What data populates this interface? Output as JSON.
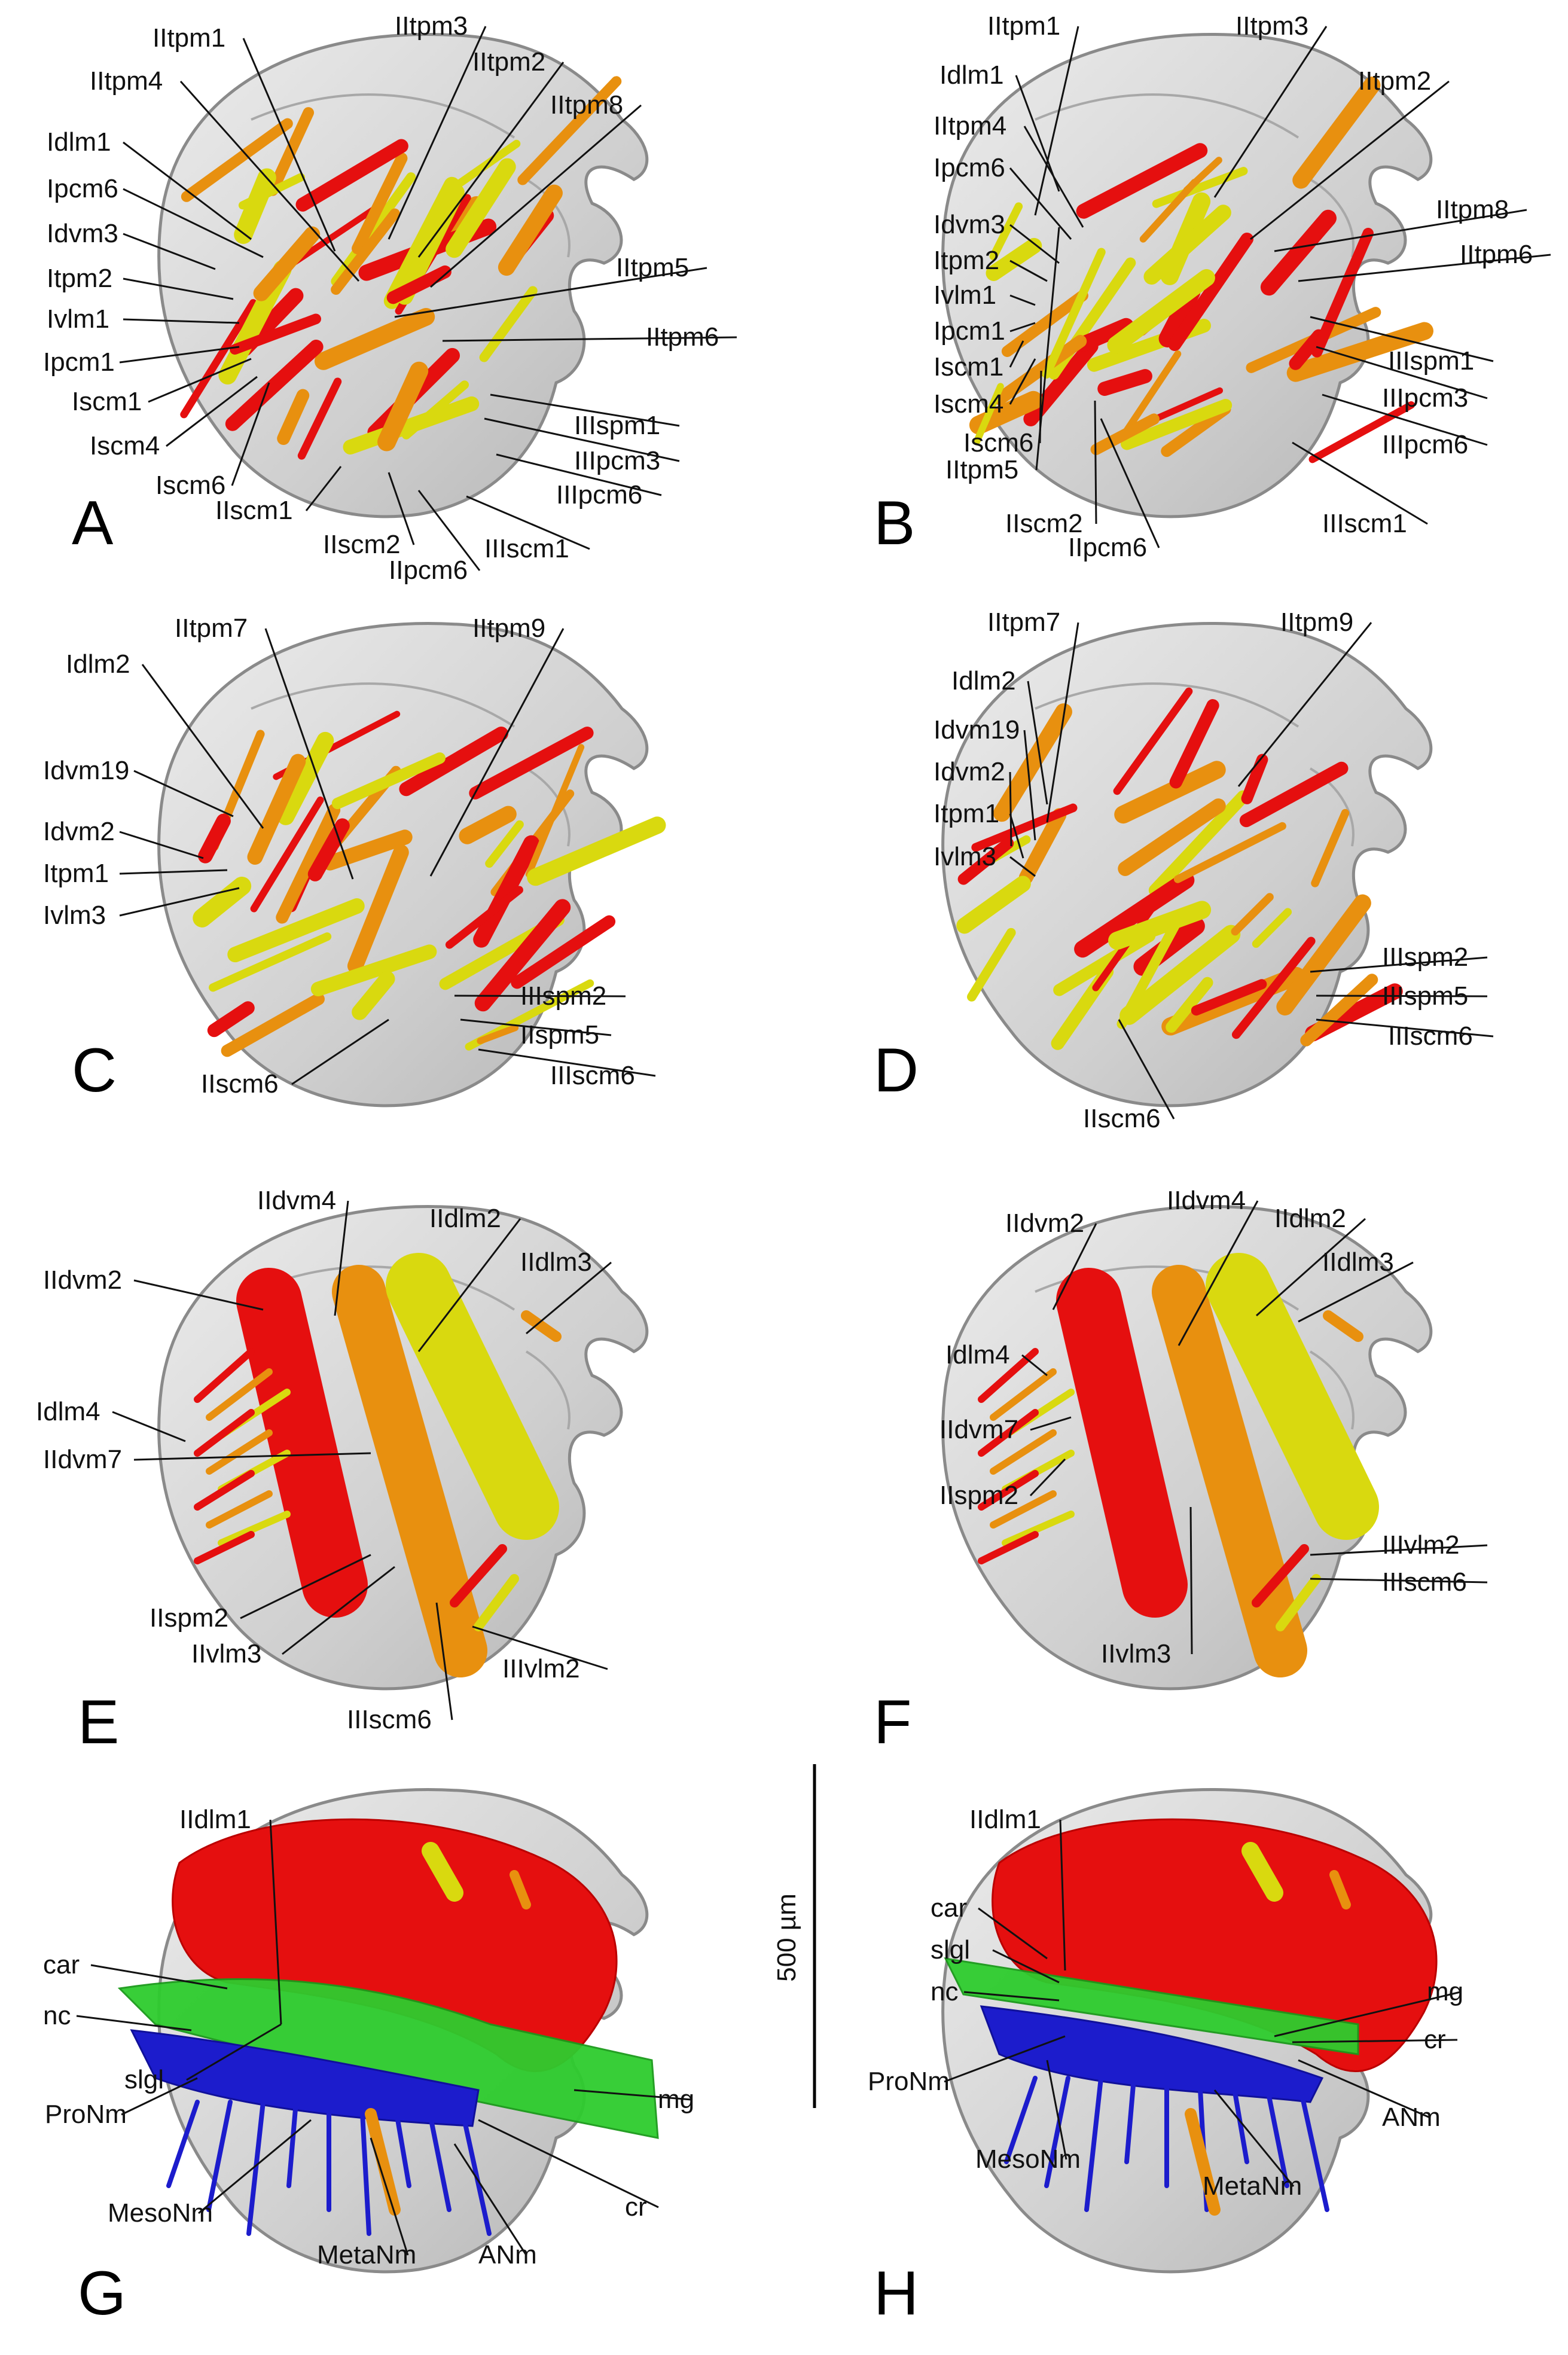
{
  "colors": {
    "red": "#e50f0f",
    "orange": "#e8900f",
    "yellow": "#d9d90f",
    "green": "#2ecc2e",
    "blue": "#1c1ccc",
    "cuticle": "#d2d2d2"
  },
  "scale_bar": {
    "label": "500 µm"
  },
  "panels": [
    {
      "letter": "A",
      "labels": [
        "IItpm1",
        "IItpm3",
        "IItpm2",
        "IItpm4",
        "IItpm8",
        "Idlm1",
        "Ipcm6",
        "Idvm3",
        "Itpm2",
        "Ivlm1",
        "Ipcm1",
        "Iscm1",
        "Iscm4",
        "Iscm6",
        "IIscm1",
        "IItpm5",
        "IItpm6",
        "IIIspm1",
        "IIIpcm3",
        "IIIpcm6",
        "IIscm2",
        "IIpcm6",
        "IIIscm1"
      ]
    },
    {
      "letter": "B",
      "labels": [
        "IItpm1",
        "IItpm3",
        "Idlm1",
        "IItpm2",
        "IItpm4",
        "Ipcm6",
        "IItpm8",
        "Idvm3",
        "IItpm6",
        "Itpm2",
        "Ivlm1",
        "Ipcm1",
        "Iscm1",
        "Iscm4",
        "Iscm6",
        "IIIspm1",
        "IIIpcm3",
        "IIIpcm6",
        "IItpm5",
        "IIscm2",
        "IIpcm6",
        "IIIscm1"
      ]
    },
    {
      "letter": "C",
      "labels": [
        "IItpm7",
        "IItpm9",
        "Idlm2",
        "Idvm19",
        "Idvm2",
        "Itpm1",
        "Ivlm3",
        "IIIspm2",
        "IIspm5",
        "IIscm6",
        "IIIscm6"
      ]
    },
    {
      "letter": "D",
      "labels": [
        "IItpm7",
        "IItpm9",
        "Idlm2",
        "Idvm19",
        "Idvm2",
        "Itpm1",
        "Ivlm3",
        "IIIspm2",
        "IIIspm5",
        "IIIscm6",
        "IIscm6"
      ]
    },
    {
      "letter": "E",
      "labels": [
        "IIdvm4",
        "IIdlm2",
        "IIdvm2",
        "IIdlm3",
        "Idlm4",
        "IIdvm7",
        "IIspm2",
        "IIvlm3",
        "IIIvlm2",
        "IIIscm6"
      ]
    },
    {
      "letter": "F",
      "labels": [
        "IIdvm4",
        "IIdvm2",
        "IIdlm2",
        "IIdlm3",
        "Idlm4",
        "IIdvm7",
        "IIspm2",
        "IIIvlm2",
        "IIIscm6",
        "IIvlm3"
      ]
    },
    {
      "letter": "G",
      "labels": [
        "IIdlm1",
        "car",
        "nc",
        "slgl",
        "ProNm",
        "mg",
        "MesoNm",
        "cr",
        "MetaNm",
        "ANm"
      ]
    },
    {
      "letter": "H",
      "labels": [
        "IIdlm1",
        "car",
        "slgl",
        "nc",
        "mg",
        "cr",
        "ProNm",
        "ANm",
        "MesoNm",
        "MetaNm"
      ]
    }
  ]
}
